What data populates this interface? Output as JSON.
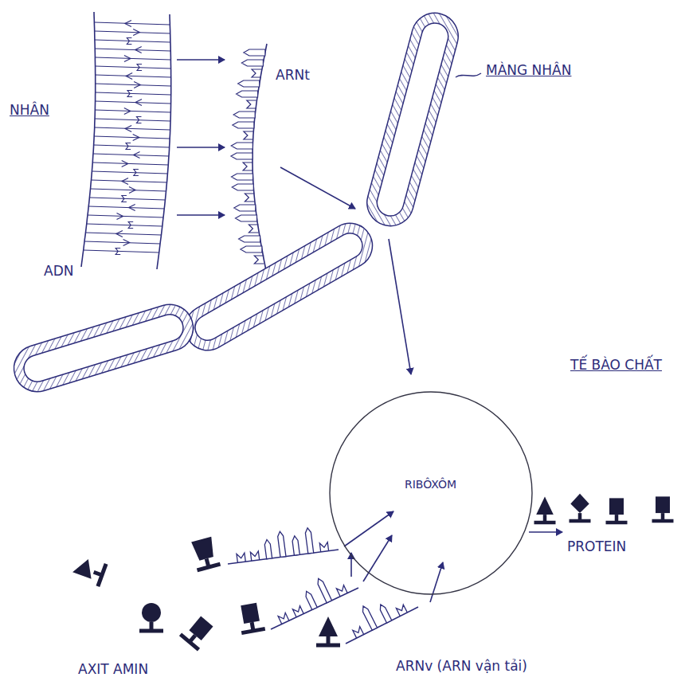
{
  "diagram": {
    "nodes": [
      {
        "text": [
          "RIBÔXÔM"
        ]
      }
    ],
    "labels": [
      "ARNt",
      "MÀNG NHÂN",
      "NHÂN",
      "ADN",
      "TẾ BÀO CHẤT",
      "PROTEIN",
      "AXIT AMIN",
      "ARNv (ARN vận tải)"
    ]
  }
}
